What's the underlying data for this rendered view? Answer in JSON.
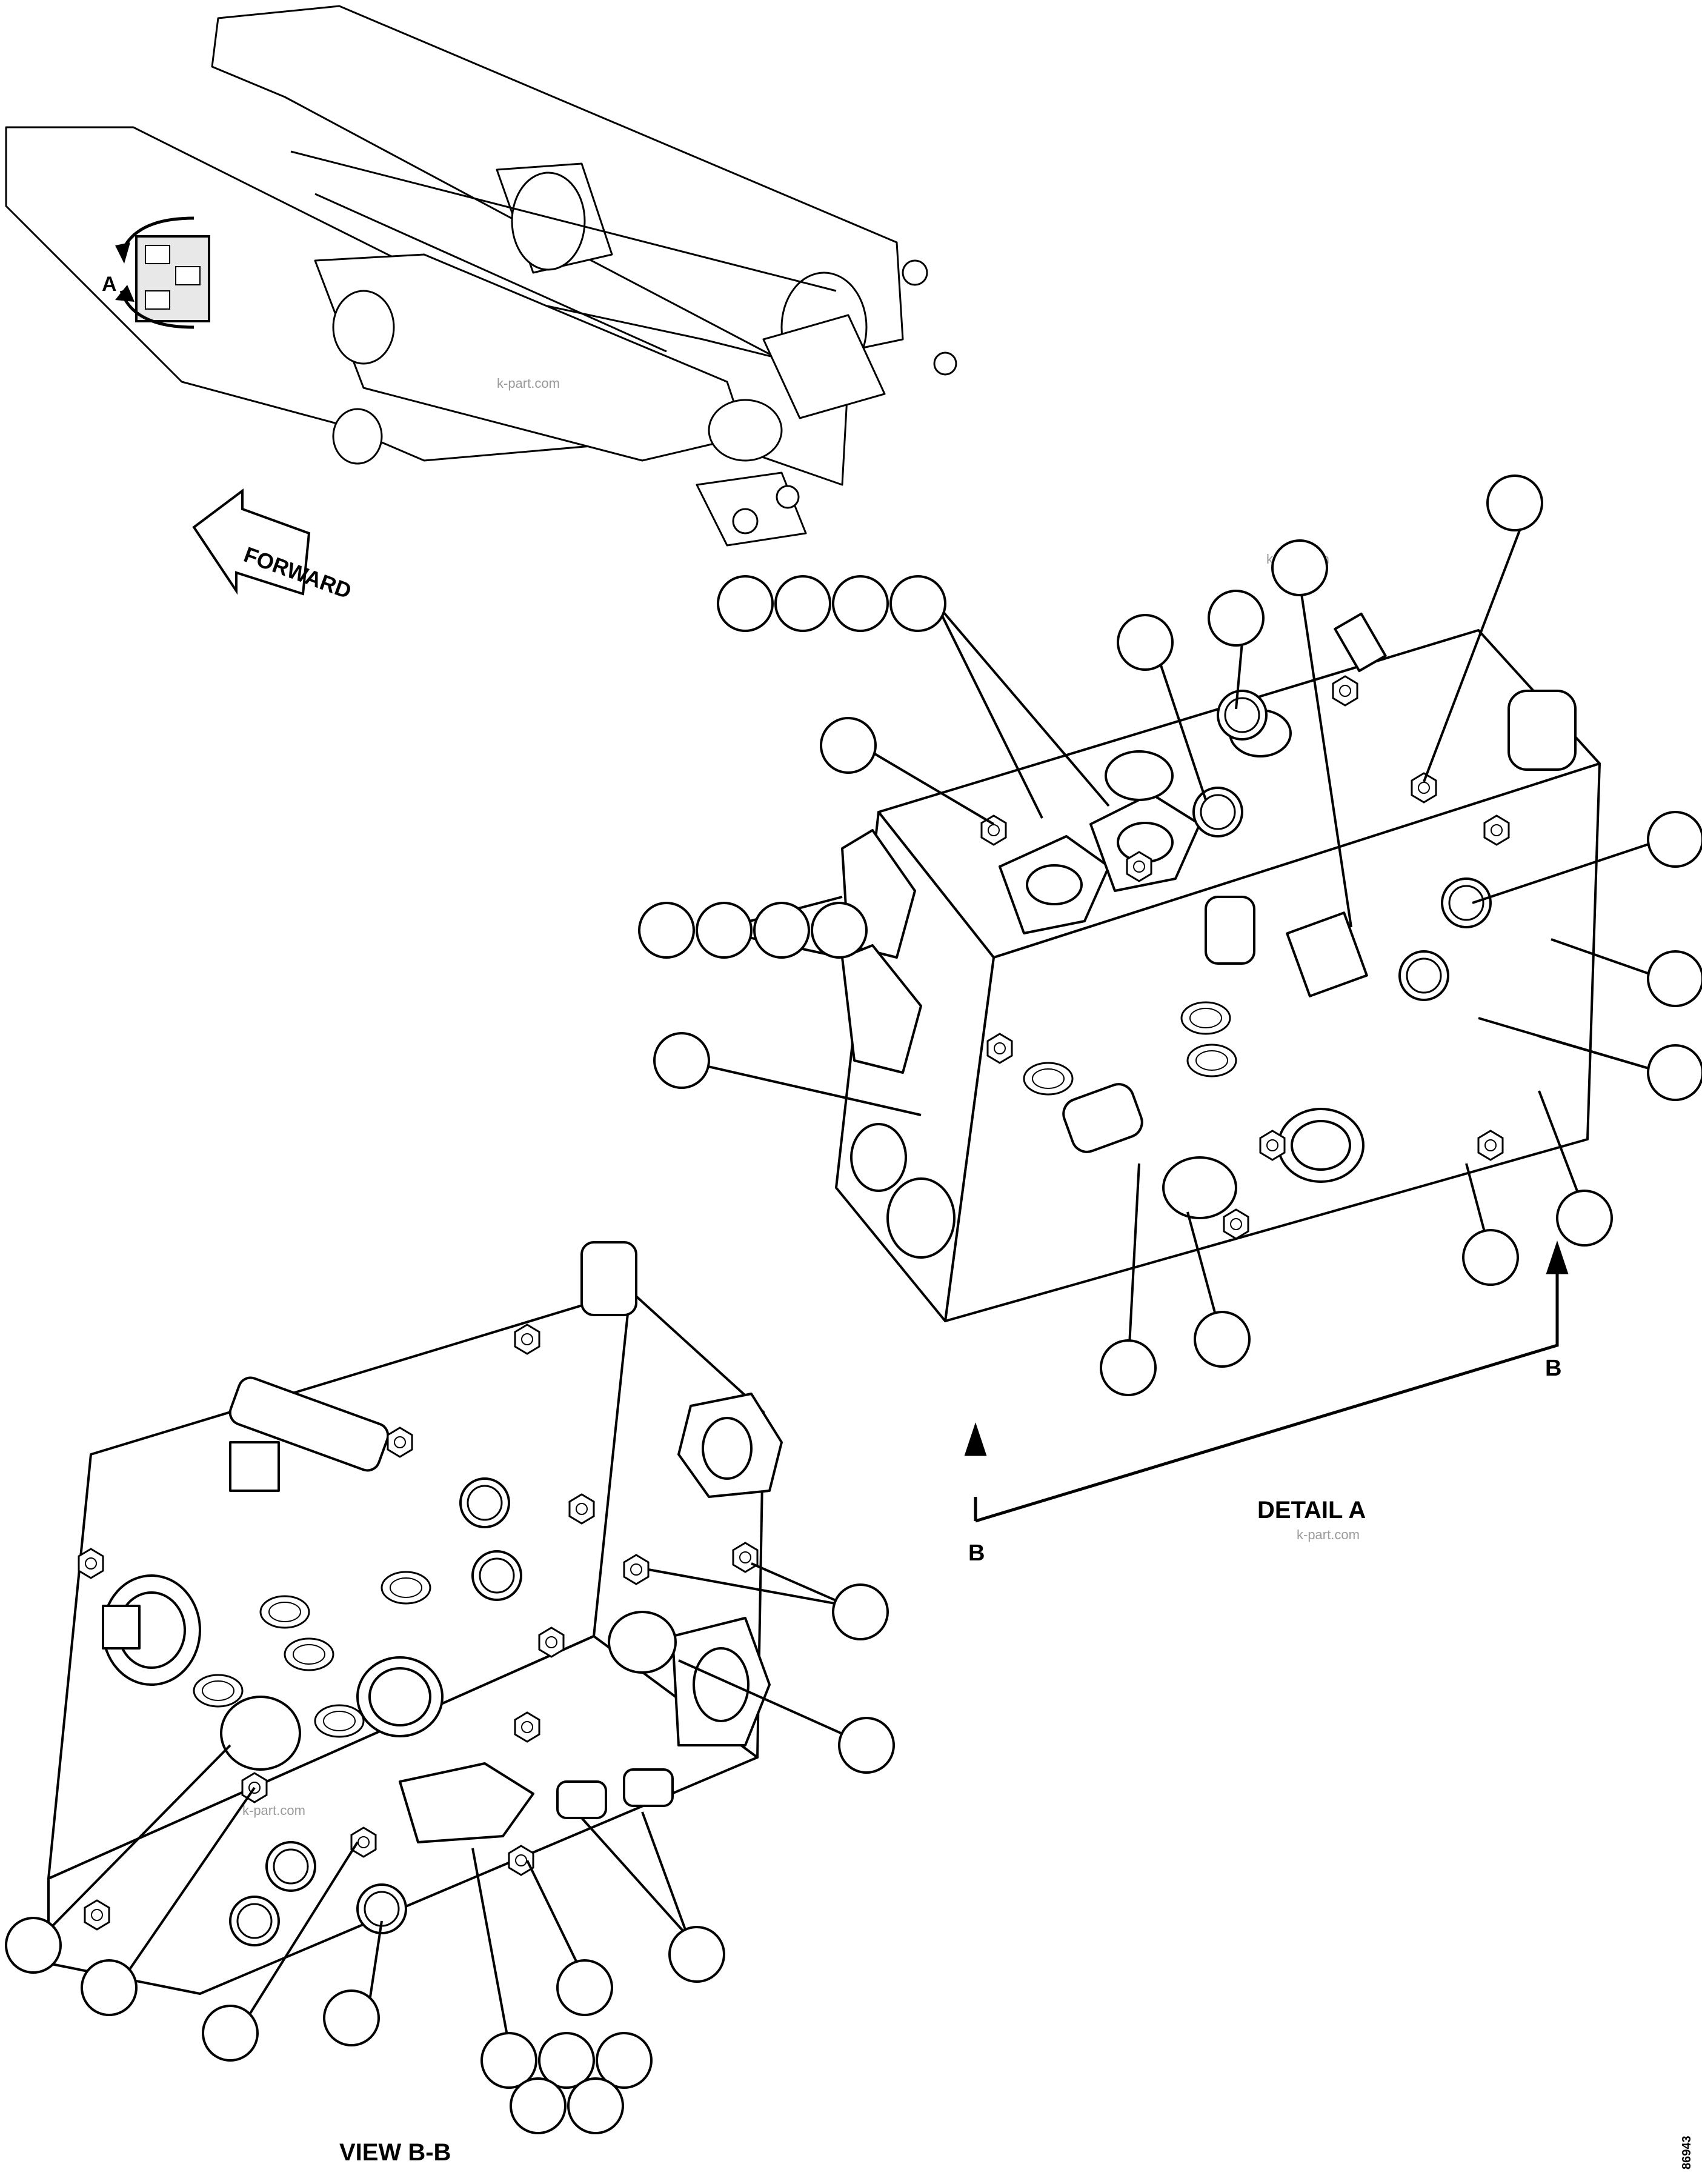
{
  "labels": {
    "forward": "FORWARD",
    "a": "A",
    "b_top": "B",
    "b_bottom": "B",
    "detail_a": "DETAIL A",
    "view_bb": "VIEW B-B",
    "code": "86943"
  },
  "watermark": "k-part.com",
  "colors": {
    "line": "#000000",
    "panel": "#f4f4f4",
    "watermark": "#9a9a9a"
  }
}
